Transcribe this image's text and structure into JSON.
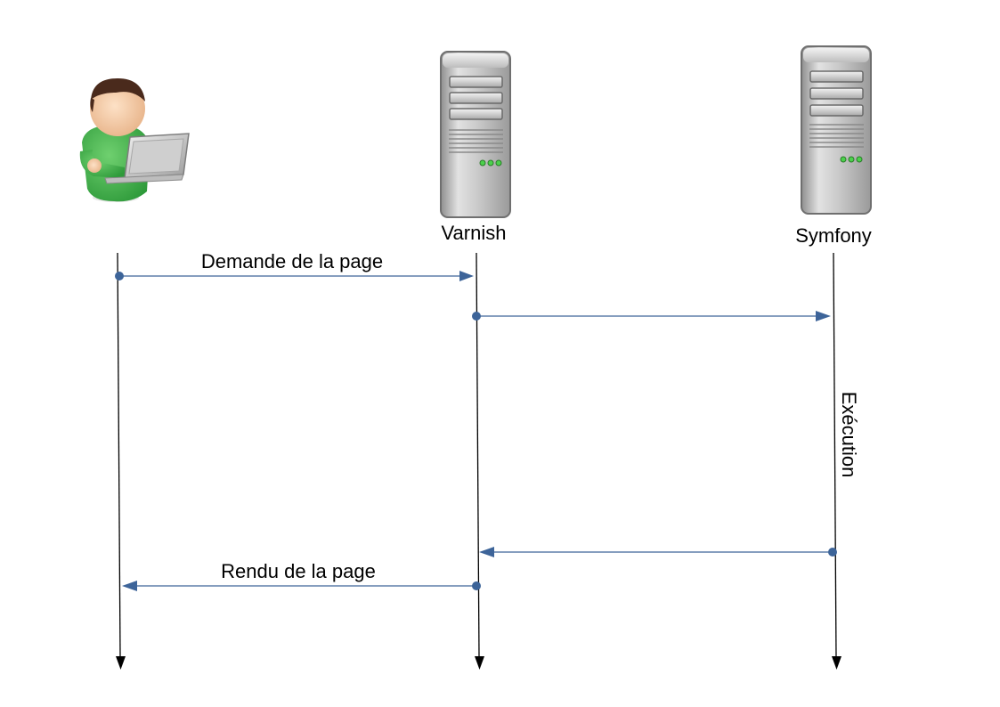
{
  "participants": {
    "user": {
      "label": "",
      "icon": "user-with-laptop-icon"
    },
    "varnish": {
      "label": "Varnish",
      "icon": "server-icon"
    },
    "symfony": {
      "label": "Symfony",
      "icon": "server-icon"
    }
  },
  "messages": {
    "request_page": "Demande de la page",
    "forward_request": "",
    "execution": "Exécution",
    "response": "",
    "render_page": "Rendu de la page"
  },
  "colors": {
    "arrow": "#3d6499",
    "lifeline": "#000000",
    "shirt": "#3fae49",
    "skin": "#f4c9a3",
    "hair": "#4a2a1c",
    "server_body": "#b9b9b9",
    "server_led": "#4cd14c"
  }
}
